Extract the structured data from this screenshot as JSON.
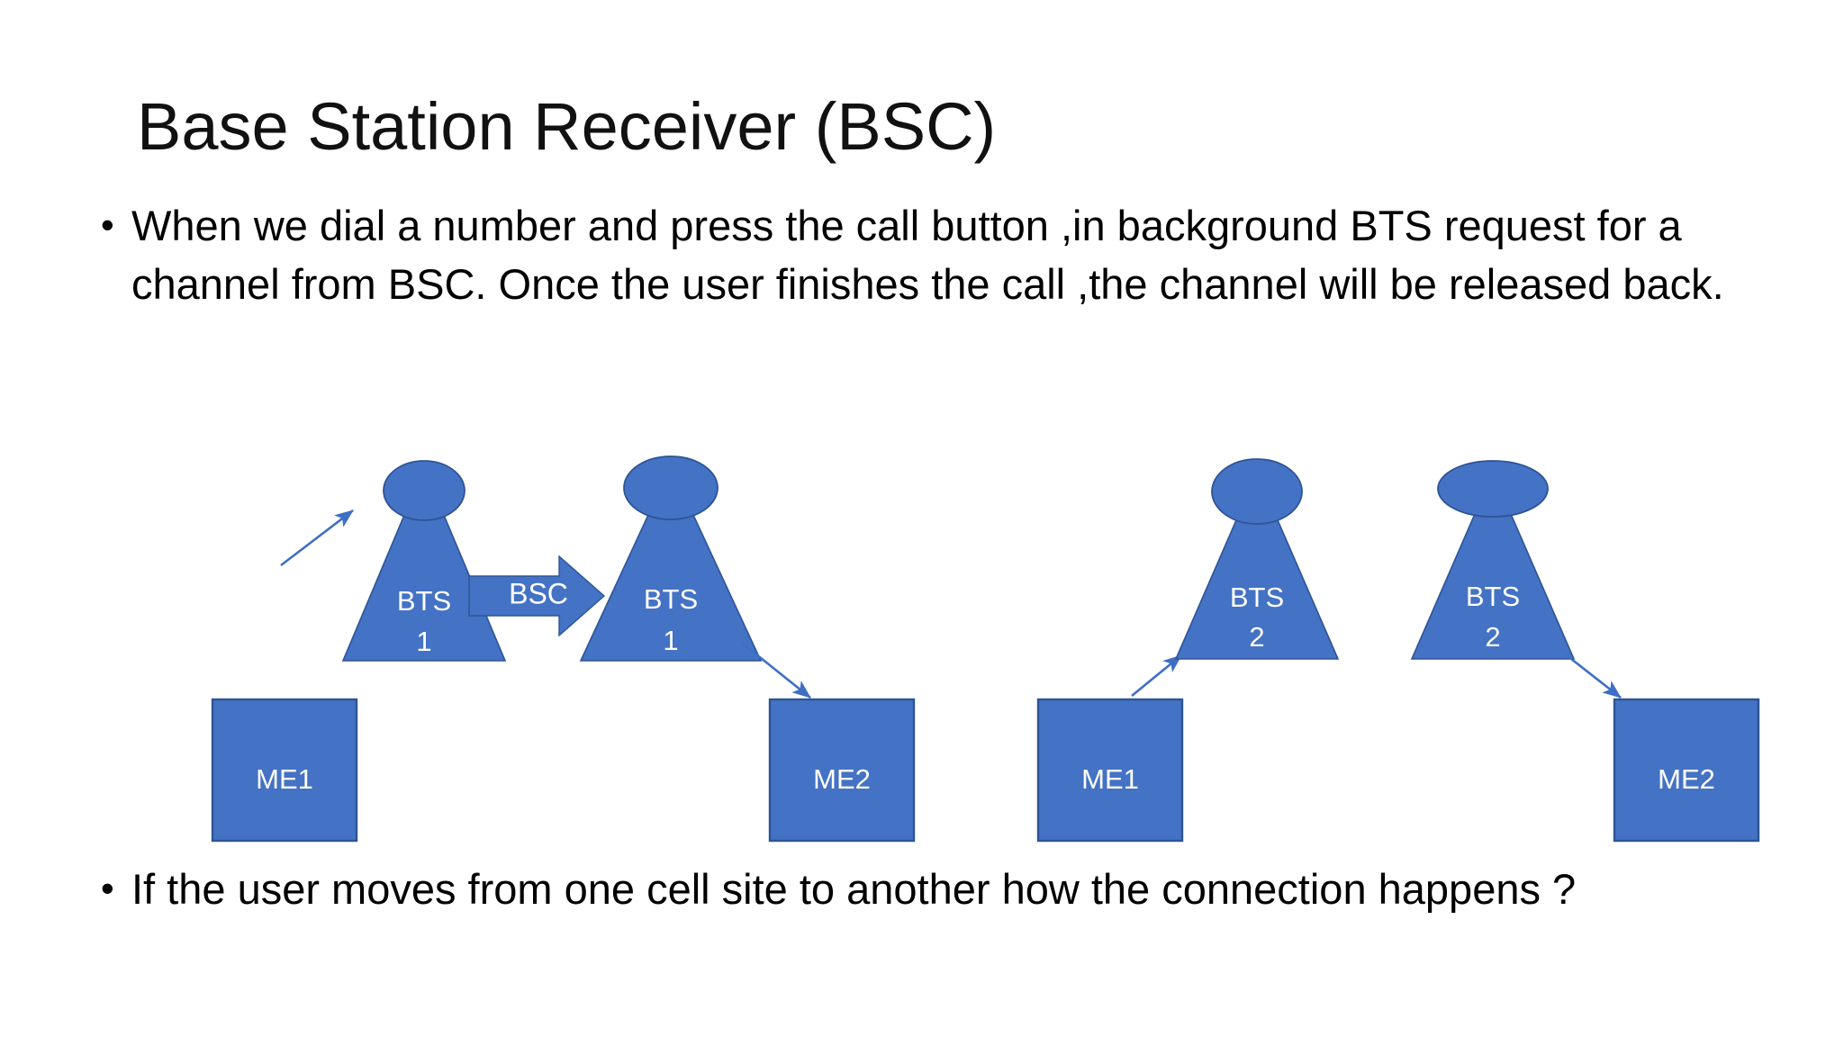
{
  "slide": {
    "title": "Base Station Receiver (BSC)",
    "background_color": "#FFFFFF",
    "text_color": "#000000"
  },
  "bullets": {
    "top": {
      "marker": "•",
      "text": "When we dial a number and press the call button ,in background BTS request for a channel from BSC. Once the user finishes the call ,the channel will be released back."
    },
    "bottom": {
      "marker": "•",
      "text": "If the user moves from one cell site to another how the connection happens ?"
    }
  },
  "diagram": {
    "fill_color": "#4472C4",
    "stroke_color": "#2E5496",
    "label_color": "#FFFFFF",
    "connector_color": "#3E6FC4",
    "groups": [
      {
        "name": "group-left",
        "towers": [
          {
            "name": "bts-1-left",
            "line1": "BTS",
            "line2": "1"
          },
          {
            "name": "bts-1-right",
            "line1": "BTS",
            "line2": "1"
          }
        ],
        "devices": [
          {
            "name": "me1-left",
            "label": "ME1"
          },
          {
            "name": "me2-left",
            "label": "ME2"
          }
        ],
        "link": {
          "name": "bsc-arrow",
          "label": "BSC"
        }
      },
      {
        "name": "group-right",
        "towers": [
          {
            "name": "bts-2-left",
            "line1": "BTS",
            "line2": "2"
          },
          {
            "name": "bts-2-right",
            "line1": "BTS",
            "line2": "2"
          }
        ],
        "devices": [
          {
            "name": "me1-right",
            "label": "ME1"
          },
          {
            "name": "me2-right",
            "label": "ME2"
          }
        ],
        "link": null
      }
    ]
  }
}
